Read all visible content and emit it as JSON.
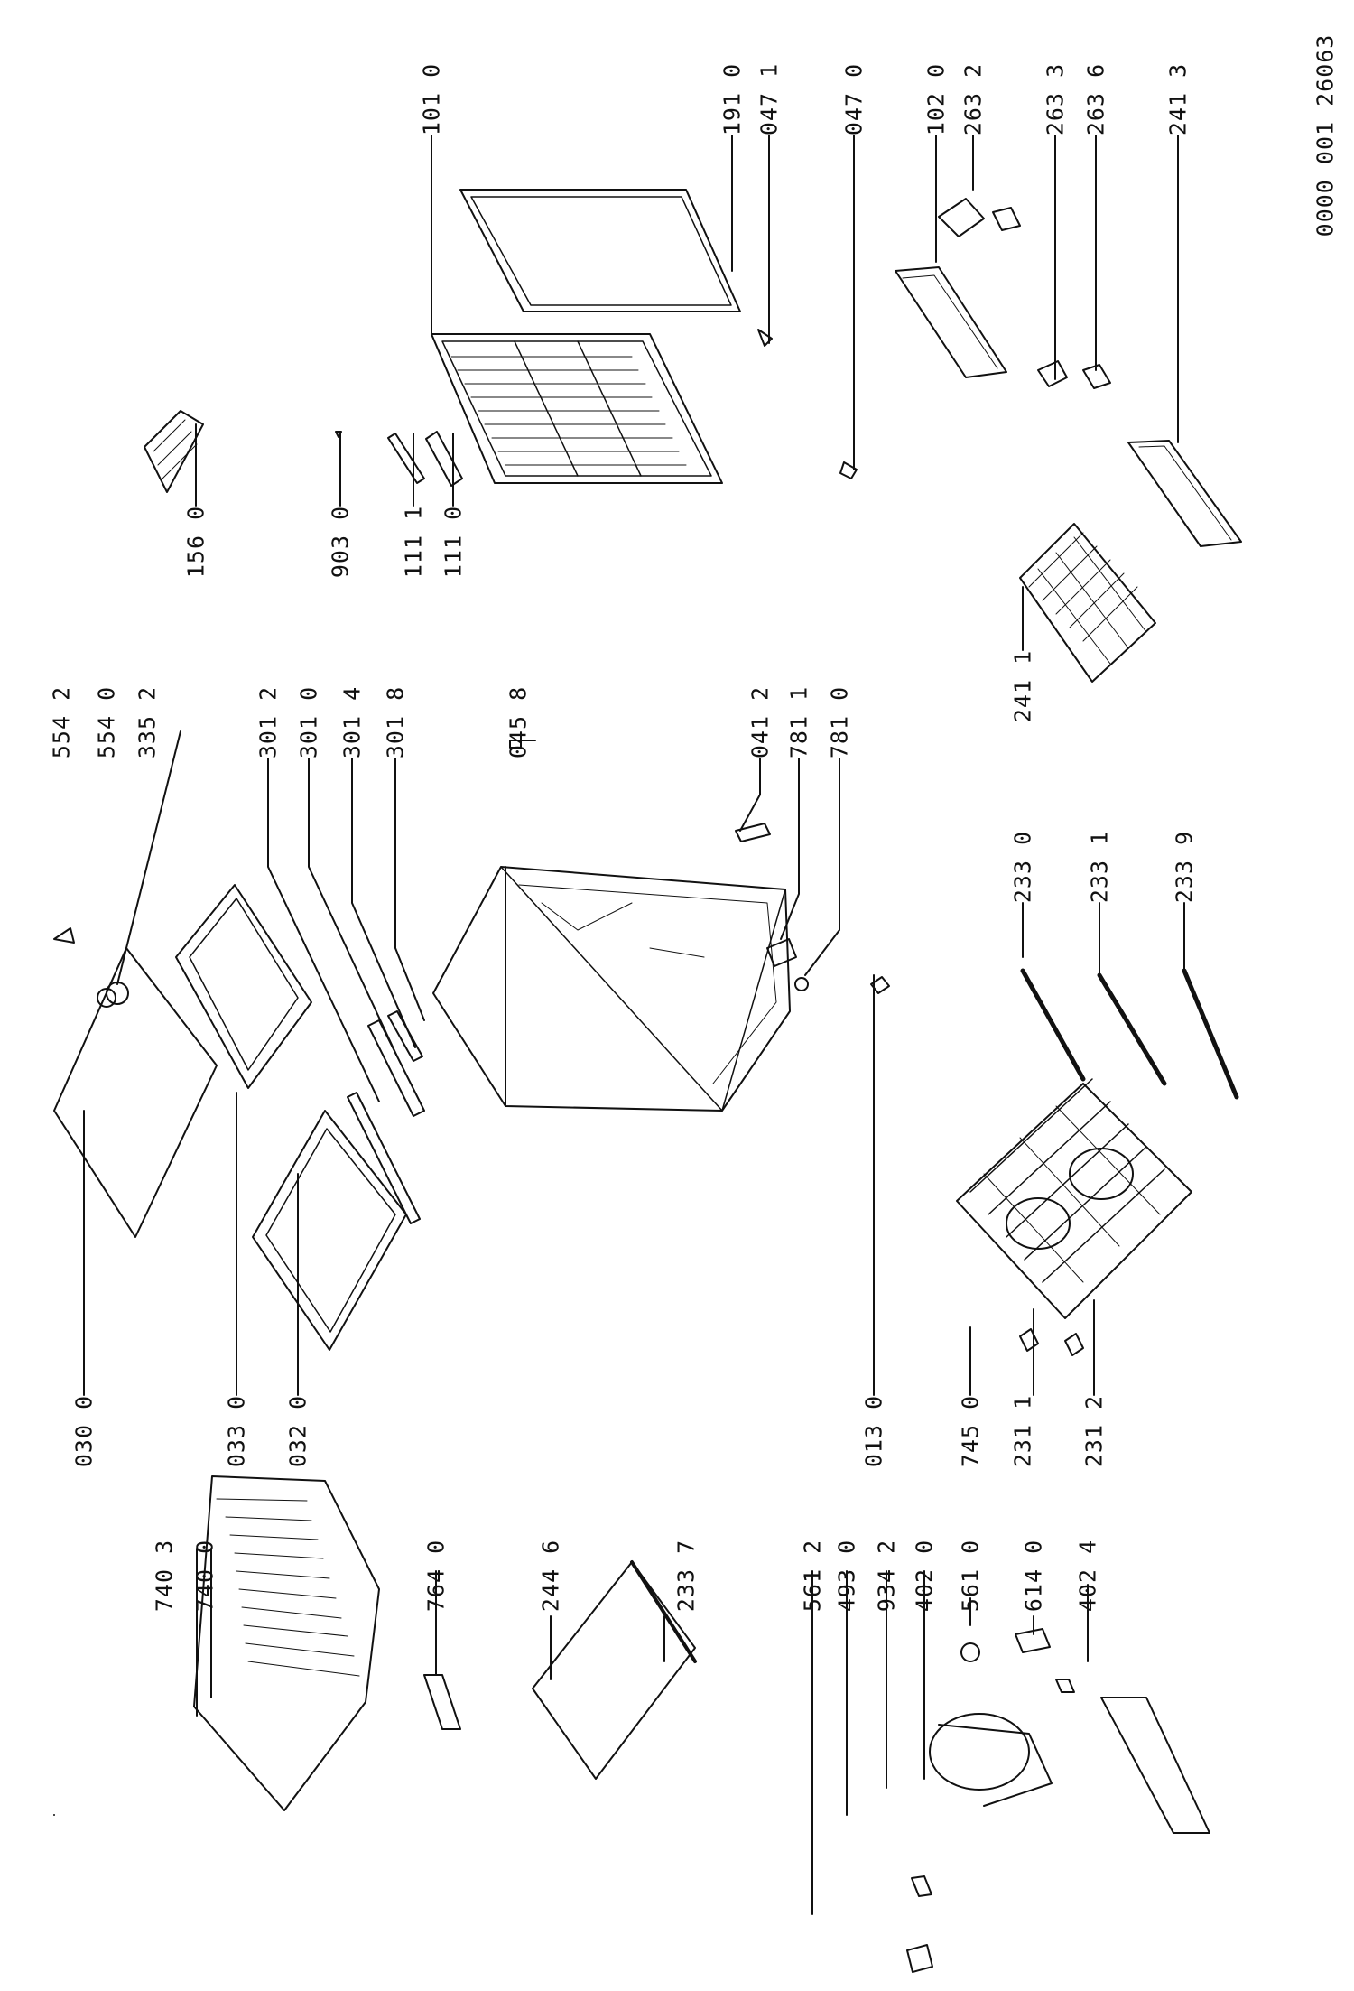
{
  "document_code": "0000 001 26063",
  "part_labels": {
    "p101_0": "101 0",
    "p191_0": "191 0",
    "p047_1": "047 1",
    "p047_0": "047 0",
    "p102_0": "102 0",
    "p263_2": "263 2",
    "p263_3": "263 3",
    "p263_6": "263 6",
    "p241_3": "241 3",
    "p156_0": "156 0",
    "p903_0": "903 0",
    "p111_1": "111 1",
    "p111_0": "111 0",
    "p241_1": "241 1",
    "p554_2": "554 2",
    "p554_0": "554 0",
    "p335_2": "335 2",
    "p301_2": "301 2",
    "p301_0": "301 0",
    "p301_4": "301 4",
    "p301_8": "301 8",
    "p045_8": "045 8",
    "p041_2": "041 2",
    "p781_1": "781 1",
    "p781_0": "781 0",
    "p233_0": "233 0",
    "p233_1": "233 1",
    "p233_9": "233 9",
    "p030_0": "030 0",
    "p033_0": "033 0",
    "p032_0": "032 0",
    "p013_0": "013 0",
    "p745_0": "745 0",
    "p231_1": "231 1",
    "p231_2": "231 2",
    "p740_3": "740 3",
    "p740_0": "740 0",
    "p764_0": "764 0",
    "p244_6": "244 6",
    "p233_7": "233 7",
    "p561_2": "561 2",
    "p493_0": "493 0",
    "p934_2": "934 2",
    "p402_0": "402 0",
    "p561_0": "561 0",
    "p614_0": "614 0",
    "p402_4": "402 4"
  }
}
